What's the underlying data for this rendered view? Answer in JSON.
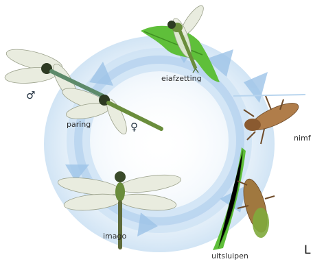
{
  "stages": {
    "egg_laying": "eiafzetting",
    "nymph": "nimf",
    "emergence": "uitsluipen",
    "adult": "imago",
    "mating": "paring"
  },
  "symbols": {
    "male": "♂",
    "female": "♀"
  },
  "edge_text": "L",
  "colors": {
    "cycle_light": "#cfe3f4",
    "cycle_mid": "#a9cbeb",
    "cycle_dark": "#8fbbe3",
    "plant_green": "#5fbf3a",
    "wing": "#e9ecdf",
    "body_green": "#6a8d3c",
    "nymph_brown": "#b07d4a"
  }
}
